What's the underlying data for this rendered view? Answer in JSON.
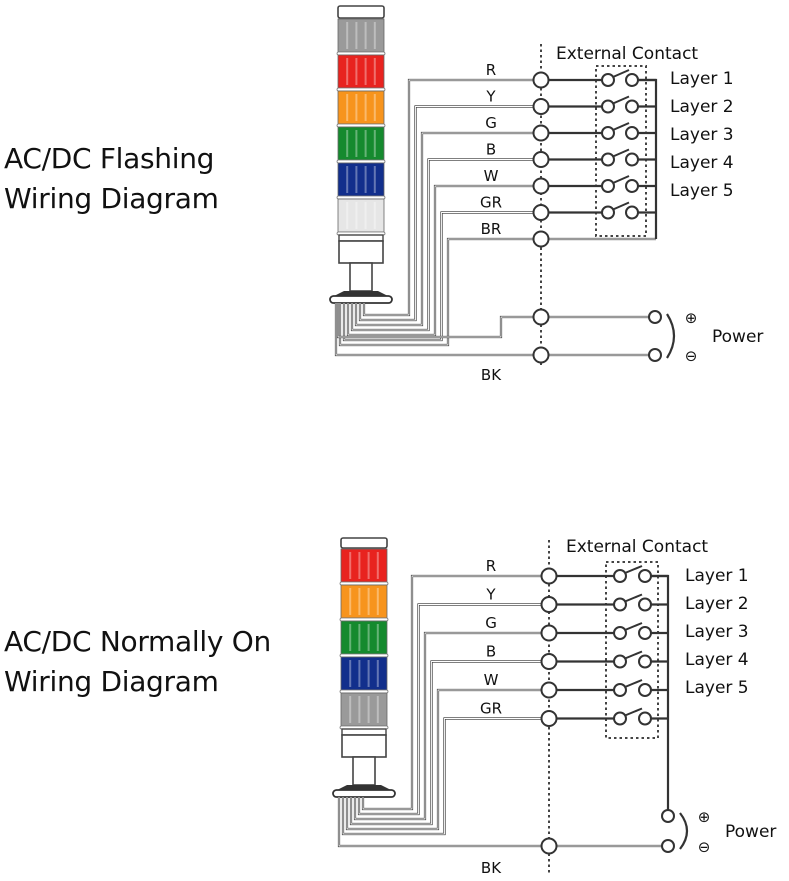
{
  "diagrams": [
    {
      "id": "flashing",
      "title_lines": [
        "AC/DC Flashing",
        "Wiring Diagram"
      ],
      "external_contact_label": "External Contact",
      "tower_layers": [
        "#9a9a9a",
        "#e8231f",
        "#f7941d",
        "#158a2e",
        "#122f8c",
        "#e6e6e6"
      ],
      "wires": [
        "R",
        "Y",
        "G",
        "B",
        "W",
        "GR",
        "BR"
      ],
      "switched_wires": 6,
      "layer_labels": [
        "Layer 1",
        "Layer 2",
        "Layer 3",
        "Layer 4",
        "Layer 5"
      ],
      "common_wire": "BK",
      "power_label": "Power",
      "plus_symbol": "⊕",
      "minus_symbol": "⊖"
    },
    {
      "id": "normally-on",
      "title_lines": [
        "AC/DC Normally On",
        "Wiring Diagram"
      ],
      "external_contact_label": "External Contact",
      "tower_layers": [
        "#e8231f",
        "#f7941d",
        "#158a2e",
        "#122f8c",
        "#9a9a9a"
      ],
      "wires": [
        "R",
        "Y",
        "G",
        "B",
        "W",
        "GR"
      ],
      "switched_wires": 6,
      "layer_labels": [
        "Layer 1",
        "Layer 2",
        "Layer 3",
        "Layer 4",
        "Layer 5"
      ],
      "common_wire": "BK",
      "power_label": "Power",
      "plus_symbol": "⊕",
      "minus_symbol": "⊖"
    }
  ]
}
